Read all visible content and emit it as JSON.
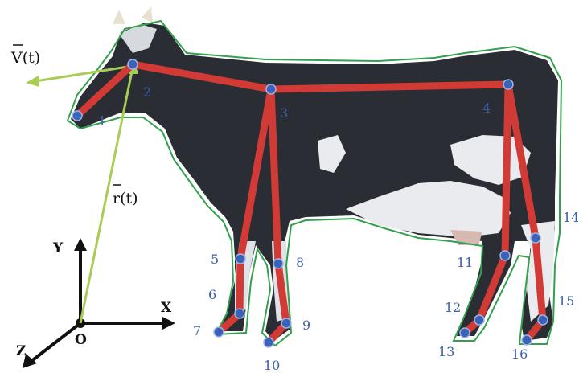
{
  "colors": {
    "skeleton": "#d23b35",
    "keypoint": "#3a63b8",
    "keypoint_label": "#3b5fa8",
    "contour": "#33a04d",
    "vector": "#a9cc55",
    "axes": "#111111",
    "cow_body": "#2a2d33",
    "cow_white": "#e9ebee"
  },
  "keypoint_labels": [
    "1",
    "2",
    "3",
    "4",
    "5",
    "6",
    "7",
    "8",
    "9",
    "10",
    "11",
    "12",
    "13",
    "14",
    "15",
    "16"
  ],
  "vector_labels": {
    "velocity": "V(t)",
    "position": "r(t)"
  },
  "axis_labels": {
    "x": "X",
    "y": "Y",
    "z": "Z",
    "origin": "O"
  }
}
